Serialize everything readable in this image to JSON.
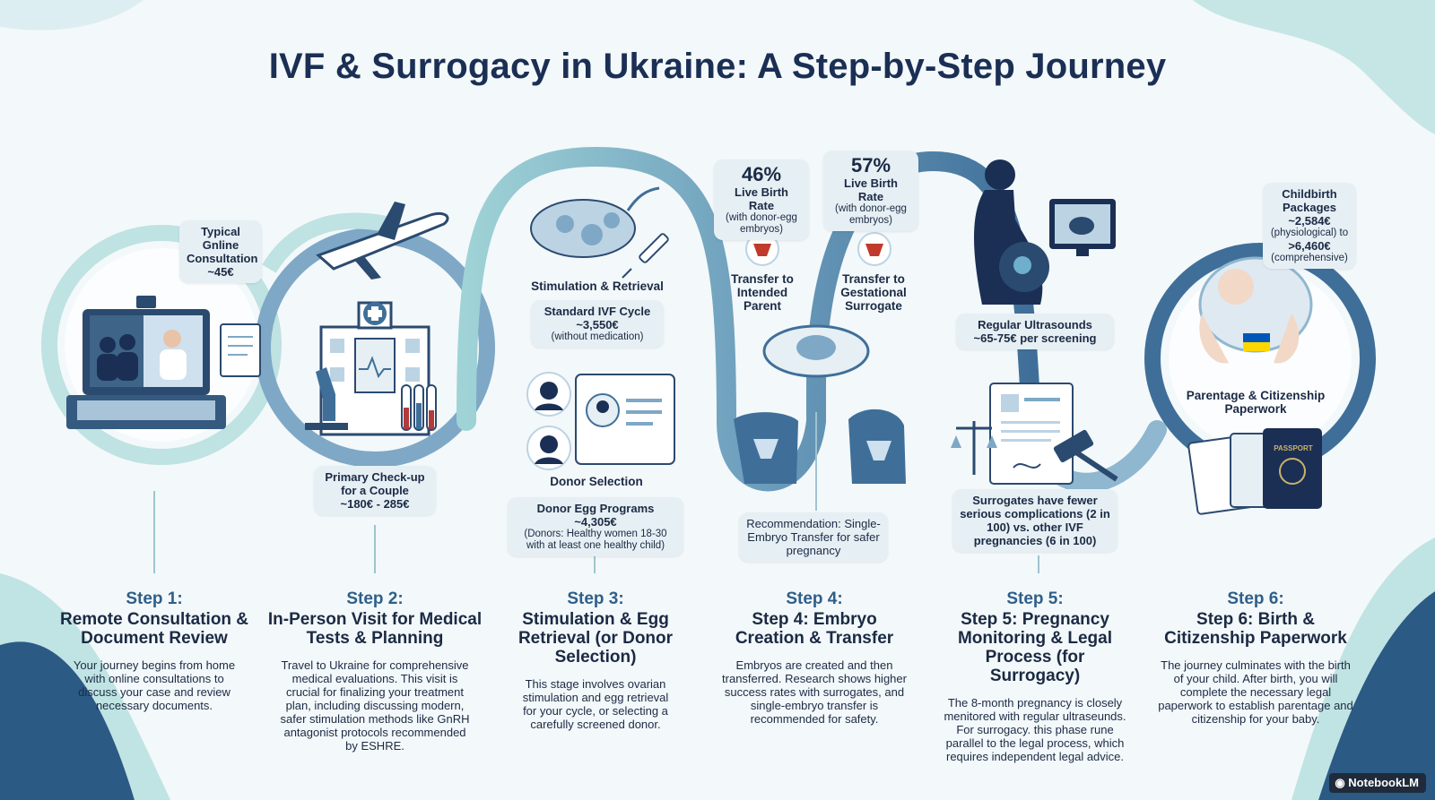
{
  "title": "IVF & Surrogacy in Ukraine: A Step-by-Step Journey",
  "brand": "NotebookLM",
  "colors": {
    "navy": "#1b2f55",
    "teal": "#8ec9cf",
    "band": "#6e9fbd",
    "bubble": "#e6eff4",
    "ukraine_blue": "#0057b7",
    "ukraine_yellow": "#ffd700"
  },
  "icons": [
    "laptop-video-call-icon",
    "document-icon",
    "airplane-icon",
    "hospital-icon",
    "microscope-icon",
    "test-tubes-icon",
    "ovary-icon",
    "syringe-icon",
    "donor-profile-icon",
    "petri-dish-icon",
    "uterus-icon",
    "pregnant-woman-icon",
    "ultrasound-monitor-icon",
    "legal-document-icon",
    "gavel-icon",
    "scales-icon",
    "baby-icon",
    "passport-icon",
    "ukraine-flag-icon"
  ],
  "callouts": {
    "online_consult": {
      "label": "Typical Gnline Consultation",
      "value": "~45€"
    },
    "checkup": {
      "label": "Primary Check-up for a Couple",
      "value": "~180€ - 285€"
    },
    "stim_label": "Stimulation & Retrieval",
    "ivf_cycle": {
      "label": "Standard IVF Cycle",
      "value": "~3,550€",
      "note": "(without medication)"
    },
    "donor_label": "Donor Selection",
    "donor_programs": {
      "label": "Donor Egg Programs",
      "value": "~4,305€",
      "note": "(Donors: Healthy women 18-30 with at least one healthy child)"
    },
    "rate_parent": {
      "pct": "46%",
      "label": "Live Birth Rate",
      "note": "(with donor-egg embryos)",
      "caption": "Transfer to Intended Parent"
    },
    "rate_surrogate": {
      "pct": "57%",
      "label": "Live Birth Rate",
      "note": "(with donor-egg embryos)",
      "caption": "Transfer to Gestational Surrogate"
    },
    "recommendation": "Recommendation: Single-Embryo Transfer for safer pregnancy",
    "ultrasounds": {
      "label": "Regular Ultrasounds",
      "value": "~65-75€ per screening"
    },
    "complications": "Surrogates have fewer serious complications (2 in 100) vs. other IVF pregnancies (6 in 100)",
    "childbirth": {
      "label": "Childbirth Packages",
      "value1": "~2,584€",
      "note1": "(physiological) to",
      "value2": ">6,460€",
      "note2": "(comprehensive)"
    },
    "paperwork_label": "Parentage & Citizenship Paperwork",
    "passport": "PASSPORT"
  },
  "steps": [
    {
      "num": "Step 1:",
      "title": "Remote Consultation & Document Review",
      "desc": "Your journey begins from home with online consultations to discuss your case and review necessary documents."
    },
    {
      "num": "Step 2:",
      "title": "In-Person Visit for Medical Tests & Planning",
      "desc": "Travel to Ukraine for comprehensive medical evaluations. This visit is crucial for finalizing your treatment plan, including discussing modern, safer stimulation methods like GnRH antagonist protocols recommended by ESHRE."
    },
    {
      "num": "Step 3:",
      "title": "Stimulation & Egg Retrieval (or Donor Selection)",
      "desc": "This stage involves ovarian stimulation and egg retrieval for your cycle, or selecting a carefully screened donor."
    },
    {
      "num": "Step 4:",
      "title": "Step 4: Embryo Creation & Transfer",
      "desc": "Embryos are created and then transferred. Research shows higher success rates with surrogates, and single-embryo transfer is recommended for safety."
    },
    {
      "num": "Step 5:",
      "title": "Step 5: Pregnancy Monitoring & Legal Process (for Surrogacy)",
      "desc": "The 8-month pregnancy is closely menitored with regular ultraseunds. For surrogacy. this phase rune parallel to the legal process, which requires independent legal advice."
    },
    {
      "num": "Step 6:",
      "title": "Step 6: Birth & Citizenship Paperwork",
      "desc": "The journey culminates with the birth of your child. After birth, you will complete the necessary legal paperwork to establish parentage and citizenship for your baby."
    }
  ]
}
